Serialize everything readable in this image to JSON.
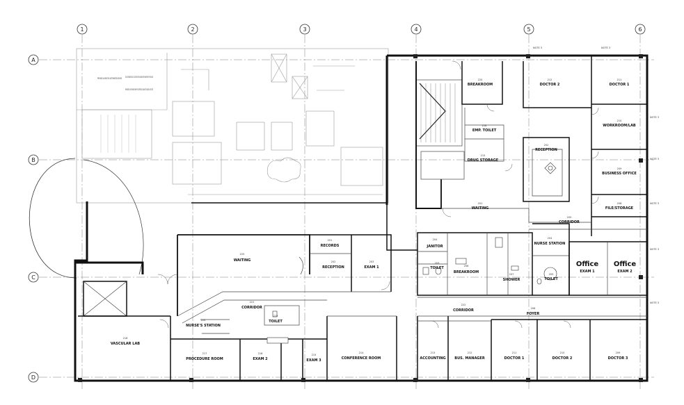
{
  "grid": {
    "columns": [
      "1",
      "2",
      "3",
      "4",
      "5",
      "6"
    ],
    "rows": [
      "A",
      "B",
      "C",
      "D"
    ]
  },
  "notes": {
    "note3": "NOTE 3",
    "demo_note1": "PROVIDE A NEW TAP AUTOMATED DOORS",
    "demo_note2": "FIELD COORDINATE EXACT LOCATION OF SCRUB SINKS WITH OWNER PRIOR TO ROUGH-IN",
    "demo_note3": "PROVIDE FLOOR BOXES WITH RECEPTACLES AND TEL/DATA OUTLETS"
  },
  "rooms": {
    "breakroom_top": {
      "label": "BREAKROOM",
      "num": "220"
    },
    "doctor2_top": {
      "label": "DOCTOR 2",
      "num": "212"
    },
    "doctor1_top": {
      "label": "DOCTOR 1",
      "num": "211"
    },
    "workroom": {
      "label": "WORKROOM/LAB",
      "num": "210"
    },
    "emp_toilet": {
      "label": "EMP. TOILET",
      "num": "218"
    },
    "drug_storage": {
      "label": "DRUG STORAGE",
      "num": "215"
    },
    "reception_top": {
      "label": "RECEPTION",
      "num": "202"
    },
    "business_office": {
      "label": "BUSINESS OFFICE",
      "num": "209"
    },
    "file_storage": {
      "label": "FILE/STORAGE",
      "num": "208"
    },
    "waiting_top": {
      "label": "WAITING",
      "num": "201"
    },
    "corridor_top": {
      "label": "CORRIDOR",
      "num": "205"
    },
    "janitor": {
      "label": "JANITOR",
      "num": "204"
    },
    "toilet_a": {
      "label": "TOILET",
      "num": "203"
    },
    "breakroom_b": {
      "label": "BREAKROOM",
      "num": "206"
    },
    "shower": {
      "label": "SHOWER",
      "num": "207"
    },
    "nurse_station_r": {
      "label": "NURSE STATION",
      "num": "204"
    },
    "toilet_b": {
      "label": "TOILET",
      "num": "205"
    },
    "office1": {
      "label": "Office",
      "sub": "EXAM 1"
    },
    "office2": {
      "label": "Office",
      "sub": "EXAM 2"
    },
    "corridor_b": {
      "label": "CORRIDOR",
      "num": "222"
    },
    "foyer": {
      "label": "FOYER",
      "num": "206"
    },
    "accounting": {
      "label": "ACCOUNTING",
      "num": "213"
    },
    "bus_manager": {
      "label": "BUS. MANAGER",
      "num": "212"
    },
    "doctor1_b": {
      "label": "DOCTOR 1",
      "num": "211"
    },
    "doctor2_b": {
      "label": "DOCTOR 2",
      "num": "210"
    },
    "doctor3_b": {
      "label": "DOCTOR 3",
      "num": "209"
    },
    "waiting_l": {
      "label": "WAITING",
      "num": "225"
    },
    "records": {
      "label": "RECORDS",
      "num": "201"
    },
    "reception_l": {
      "label": "RECEPTION",
      "num": "202"
    },
    "exam1_l": {
      "label": "EXAM 1",
      "num": "203"
    },
    "corridor_l": {
      "label": "CORRIDOR",
      "num": "221"
    },
    "nurses_station": {
      "label": "NURSE'S STATION",
      "num": "220"
    },
    "toilet_l": {
      "label": "TOILET",
      "num": "219"
    },
    "vascular_lab": {
      "label": "VASCULAR LAB",
      "num": "218"
    },
    "procedure_room": {
      "label": "PROCEDURE ROOM",
      "num": "217"
    },
    "exam2_l": {
      "label": "EXAM 2",
      "num": "216"
    },
    "exam3_l": {
      "label": "EXAM 3",
      "num": "215"
    },
    "conference": {
      "label": "CONFERENCE ROOM",
      "num": "214"
    }
  }
}
